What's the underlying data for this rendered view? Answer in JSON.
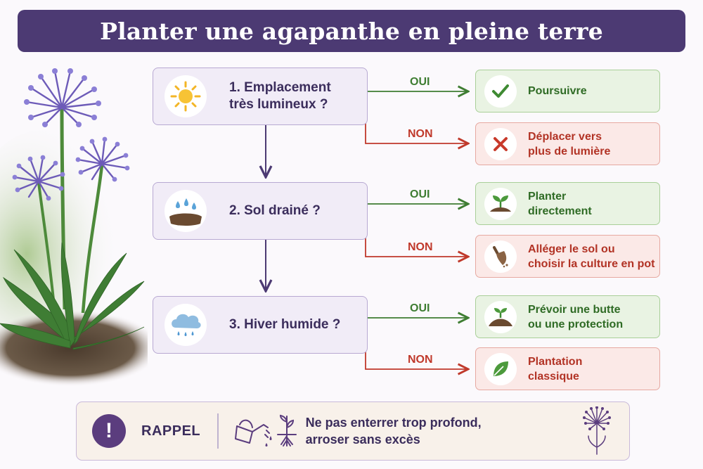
{
  "title": "Planter une agapanthe en pleine terre",
  "colors": {
    "header": "#4c3a73",
    "question_bg": "#f1ecf7",
    "yes": "#3e7d32",
    "no": "#c0392b",
    "yes_bg": "#e9f3e3",
    "no_bg": "#fbe9e7"
  },
  "questions": [
    {
      "label": "1. Emplacement\ntrès lumineux ?",
      "icon": "sun-icon",
      "yes_label": "OUI",
      "no_label": "NON",
      "yes_result": {
        "text": "Poursuivre",
        "icon": "checkmark-icon"
      },
      "no_result": {
        "text": "Déplacer vers\nplus de lumière",
        "icon": "cross-icon"
      }
    },
    {
      "label": "2. Sol drainé ?",
      "icon": "soil-drops-icon",
      "yes_label": "OUI",
      "no_label": "NON",
      "yes_result": {
        "text": "Planter\ndirectement",
        "icon": "seedling-icon"
      },
      "no_result": {
        "text": "Alléger le sol ou\nchoisir la culture en pot",
        "icon": "trowel-icon"
      }
    },
    {
      "label": "3. Hiver humide ?",
      "icon": "rain-cloud-icon",
      "yes_label": "OUI",
      "no_label": "NON",
      "yes_result": {
        "text": "Prévoir une butte\nou une protection",
        "icon": "mound-sprout-icon"
      },
      "no_result": {
        "text": "Plantation\nclassique",
        "icon": "leaf-icon"
      }
    }
  ],
  "reminder": {
    "label": "RAPPEL",
    "text": "Ne pas enterrer trop profond,\narroser sans excès",
    "icons": [
      "exclamation-icon",
      "watering-can-icon",
      "plant-roots-icon",
      "agapanthe-flower-icon"
    ]
  }
}
